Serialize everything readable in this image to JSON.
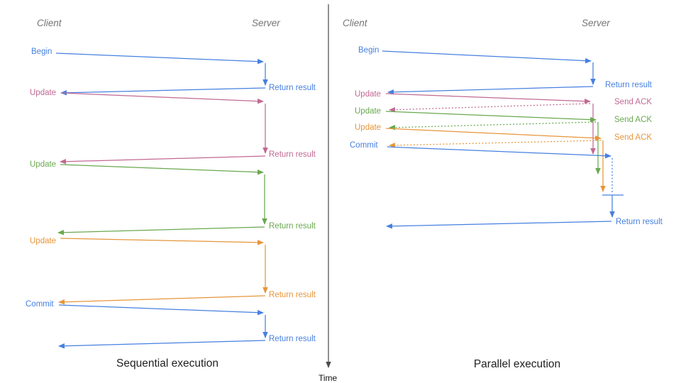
{
  "diagram": {
    "time_axis_label": "Time",
    "colors": {
      "blue": "#4680e0",
      "pink": "#c16993",
      "green": "#6aa84f",
      "orange": "#e6953b",
      "header_gray": "#757575",
      "axis_gray": "#4d4d4d",
      "caption_black": "#212121"
    },
    "panels": [
      {
        "id": "sequential",
        "caption": "Sequential execution",
        "client_header": "Client",
        "server_header": "Server",
        "messages": [
          {
            "label": "Begin",
            "color": "blue",
            "reply_label": "Return result",
            "reply_line": "solid"
          },
          {
            "label": "Update",
            "color": "pink",
            "reply_label": "Return result",
            "reply_line": "solid"
          },
          {
            "label": "Update",
            "color": "green",
            "reply_label": "Return result",
            "reply_line": "solid"
          },
          {
            "label": "Update",
            "color": "orange",
            "reply_label": "Return result",
            "reply_line": "solid"
          },
          {
            "label": "Commit",
            "color": "blue",
            "reply_label": "Return result",
            "reply_line": "solid"
          }
        ]
      },
      {
        "id": "parallel",
        "caption": "Parallel execution",
        "client_header": "Client",
        "server_header": "Server",
        "messages": [
          {
            "label": "Begin",
            "color": "blue",
            "reply_label": "Return result",
            "reply_line": "solid"
          },
          {
            "label": "Update",
            "color": "pink",
            "reply_label": "Send ACK",
            "reply_line": "dotted"
          },
          {
            "label": "Update",
            "color": "green",
            "reply_label": "Send ACK",
            "reply_line": "dotted"
          },
          {
            "label": "Update",
            "color": "orange",
            "reply_label": "Send ACK",
            "reply_line": "dotted"
          },
          {
            "label": "Commit",
            "color": "blue",
            "reply_label": "Return result",
            "reply_line": "solid"
          }
        ]
      }
    ]
  }
}
